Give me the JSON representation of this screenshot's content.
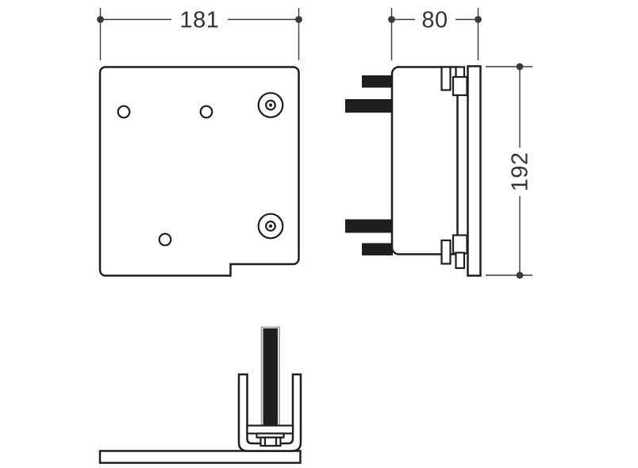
{
  "dimensions": {
    "width": {
      "label": "181"
    },
    "depth": {
      "label": "80"
    },
    "height": {
      "label": "192"
    }
  },
  "colors": {
    "background": "#ffffff",
    "outline": "#1e1e1e",
    "dimension": "#3a3a3a",
    "text": "#333333",
    "solid": "#1f1f1f",
    "glass": "#999999"
  }
}
